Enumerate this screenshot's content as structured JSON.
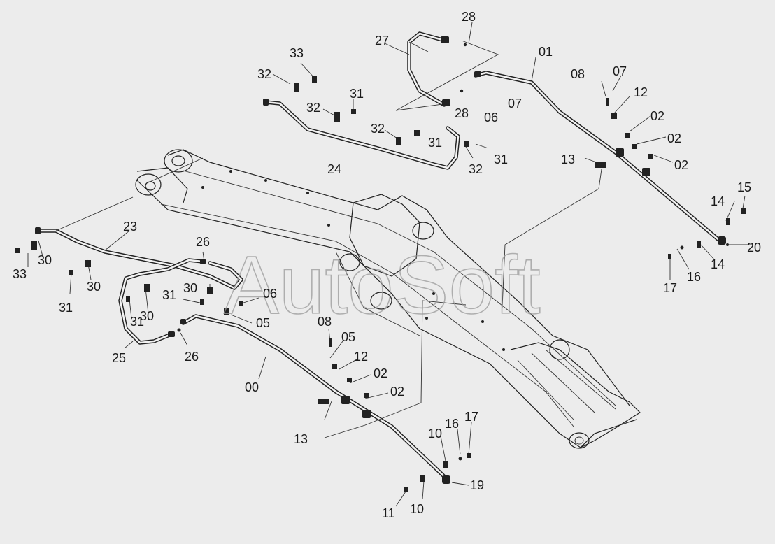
{
  "watermark": "AutoSoft",
  "callouts": [
    "28",
    "27",
    "01",
    "33",
    "32",
    "31",
    "32",
    "08",
    "07",
    "12",
    "28",
    "06",
    "07",
    "32",
    "31",
    "02",
    "02",
    "24",
    "32",
    "31",
    "13",
    "02",
    "15",
    "14",
    "20",
    "14",
    "16",
    "17",
    "23",
    "26",
    "33",
    "30",
    "30",
    "31",
    "30",
    "06",
    "31",
    "30",
    "31",
    "05",
    "25",
    "26",
    "00",
    "08",
    "05",
    "12",
    "02",
    "02",
    "13",
    "10",
    "16",
    "17",
    "19",
    "11",
    "10"
  ]
}
